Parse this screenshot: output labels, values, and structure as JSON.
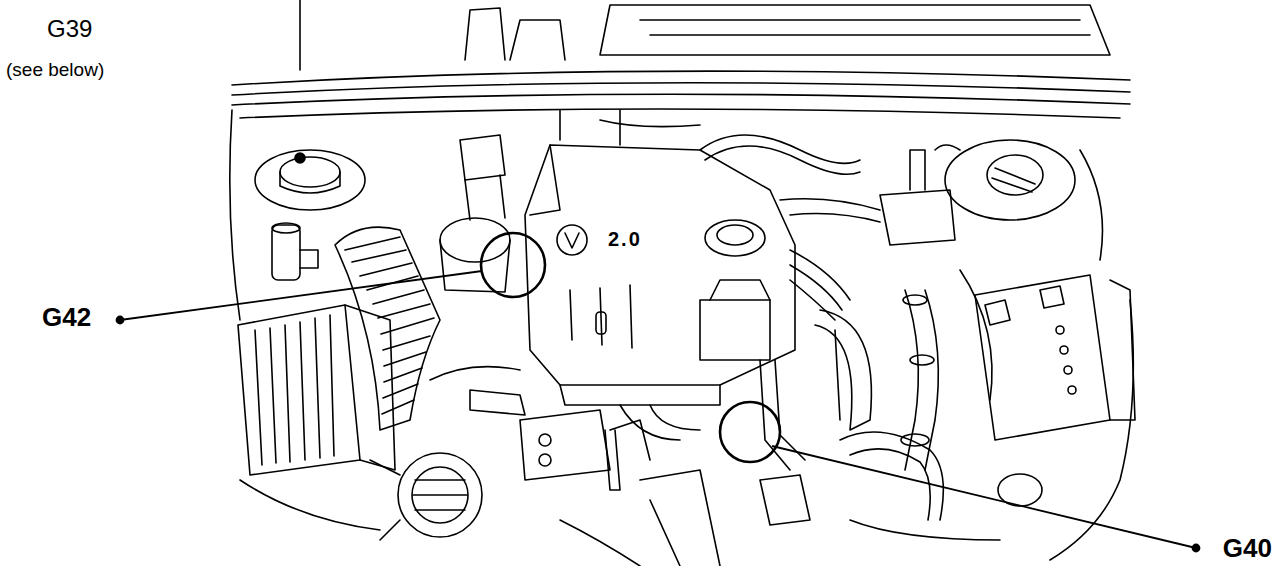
{
  "diagram": {
    "labels": [
      "G39",
      "(see below)",
      "G42",
      "G40",
      "2.0"
    ]
  }
}
